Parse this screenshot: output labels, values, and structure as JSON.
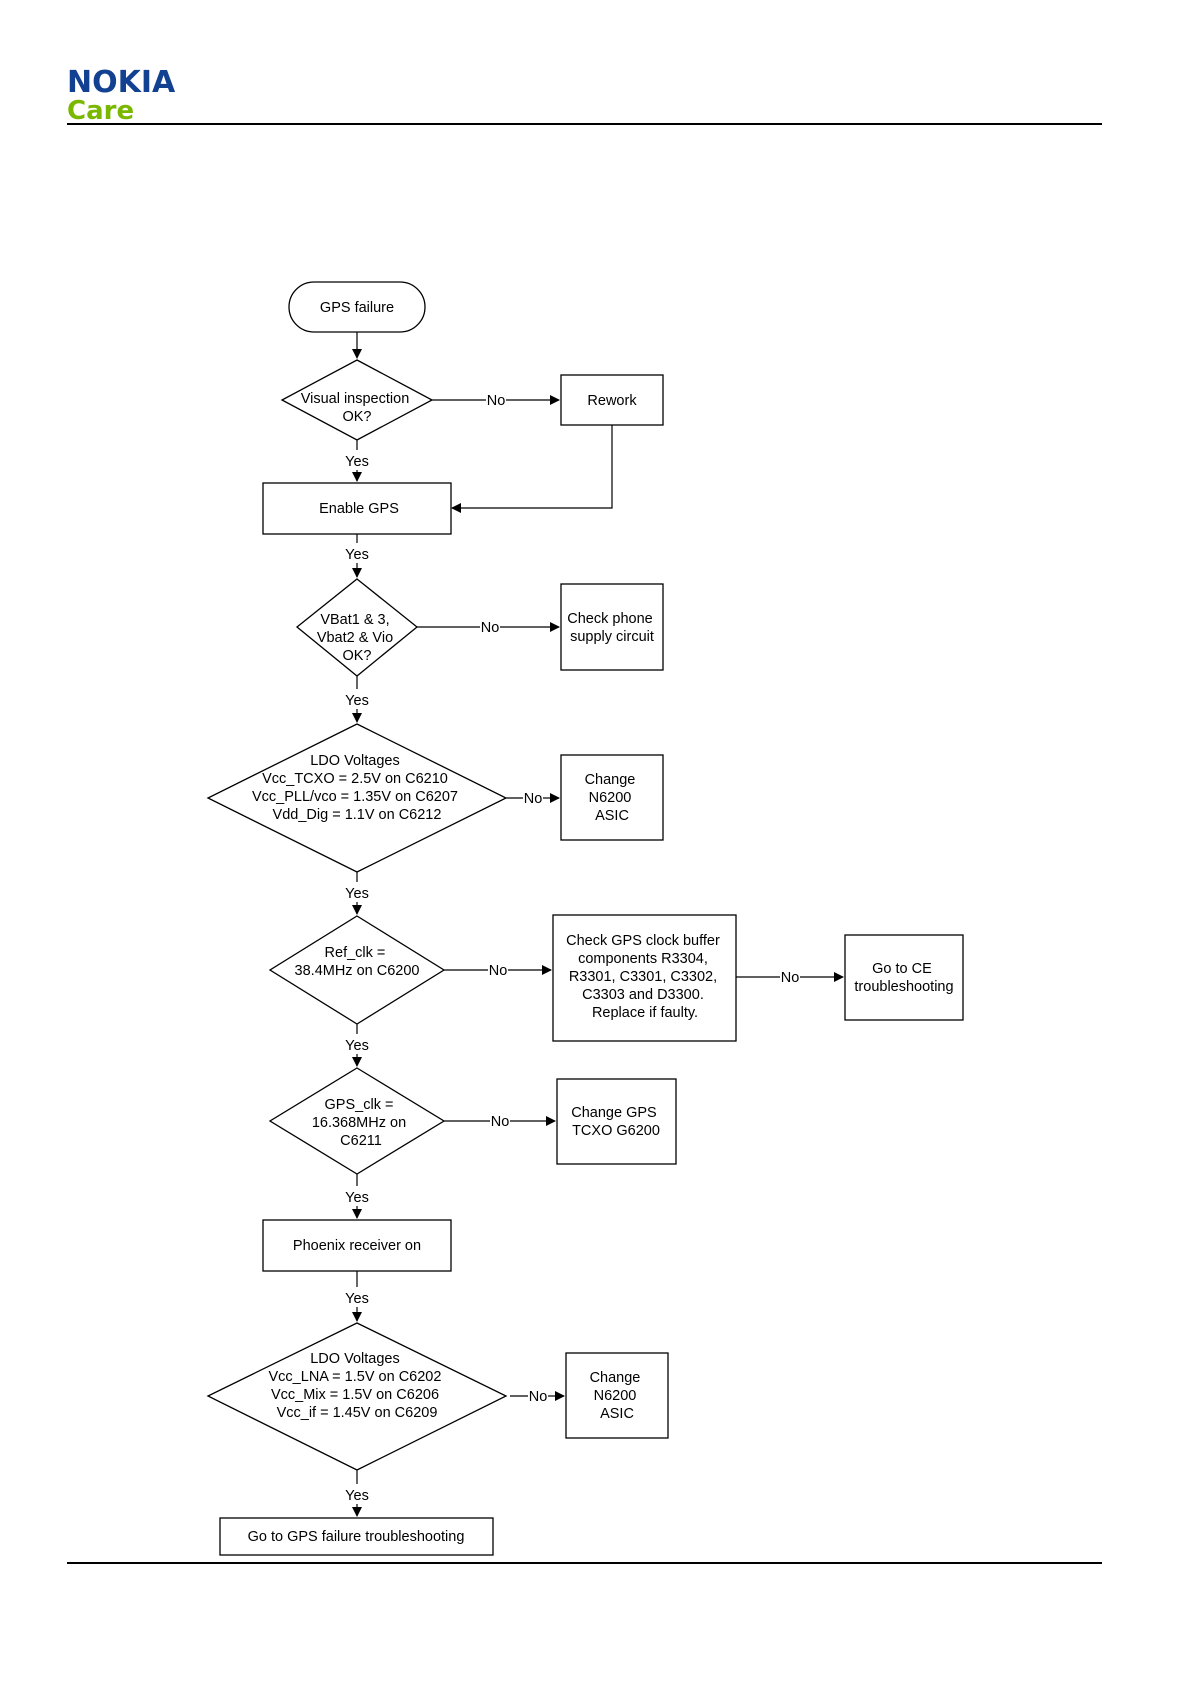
{
  "header": {
    "brand": "NOKIA",
    "subbrand": "Care"
  },
  "flowchart": {
    "start": "GPS failure",
    "visual_q": [
      "Visual inspection",
      "OK?"
    ],
    "rework": "Rework",
    "enable_gps": "Enable GPS",
    "vbat_q": [
      "VBat1 & 3,",
      "Vbat2 & Vio",
      "OK?"
    ],
    "check_supply": [
      "Check phone",
      "supply circuit"
    ],
    "ldo1_q": [
      "LDO Voltages",
      "Vcc_TCXO = 2.5V on C6210",
      "Vcc_PLL/vco = 1.35V on C6207",
      "Vdd_Dig = 1.1V on C6212"
    ],
    "change_n6200_1": [
      "Change",
      "N6200",
      "ASIC"
    ],
    "refclk_q": [
      "Ref_clk =",
      "38.4MHz on C6200"
    ],
    "check_clock_buffer": [
      "Check GPS clock buffer",
      "components R3304,",
      "R3301, C3301, C3302,",
      "C3303 and D3300.",
      "Replace if faulty."
    ],
    "goto_ce": [
      "Go to CE",
      "troubleshooting"
    ],
    "gpsclk_q": [
      "GPS_clk =",
      "16.368MHz on",
      "C6211"
    ],
    "change_tcxo": [
      "Change GPS",
      "TCXO G6200"
    ],
    "phoenix": "Phoenix receiver on",
    "ldo2_q": [
      "LDO Voltages",
      "Vcc_LNA = 1.5V on C6202",
      "Vcc_Mix = 1.5V on C6206",
      "Vcc_if = 1.45V on C6209"
    ],
    "change_n6200_2": [
      "Change",
      "N6200",
      "ASIC"
    ],
    "goto_gps": "Go to GPS failure troubleshooting",
    "yes_label": "Yes",
    "no_label": "No"
  }
}
